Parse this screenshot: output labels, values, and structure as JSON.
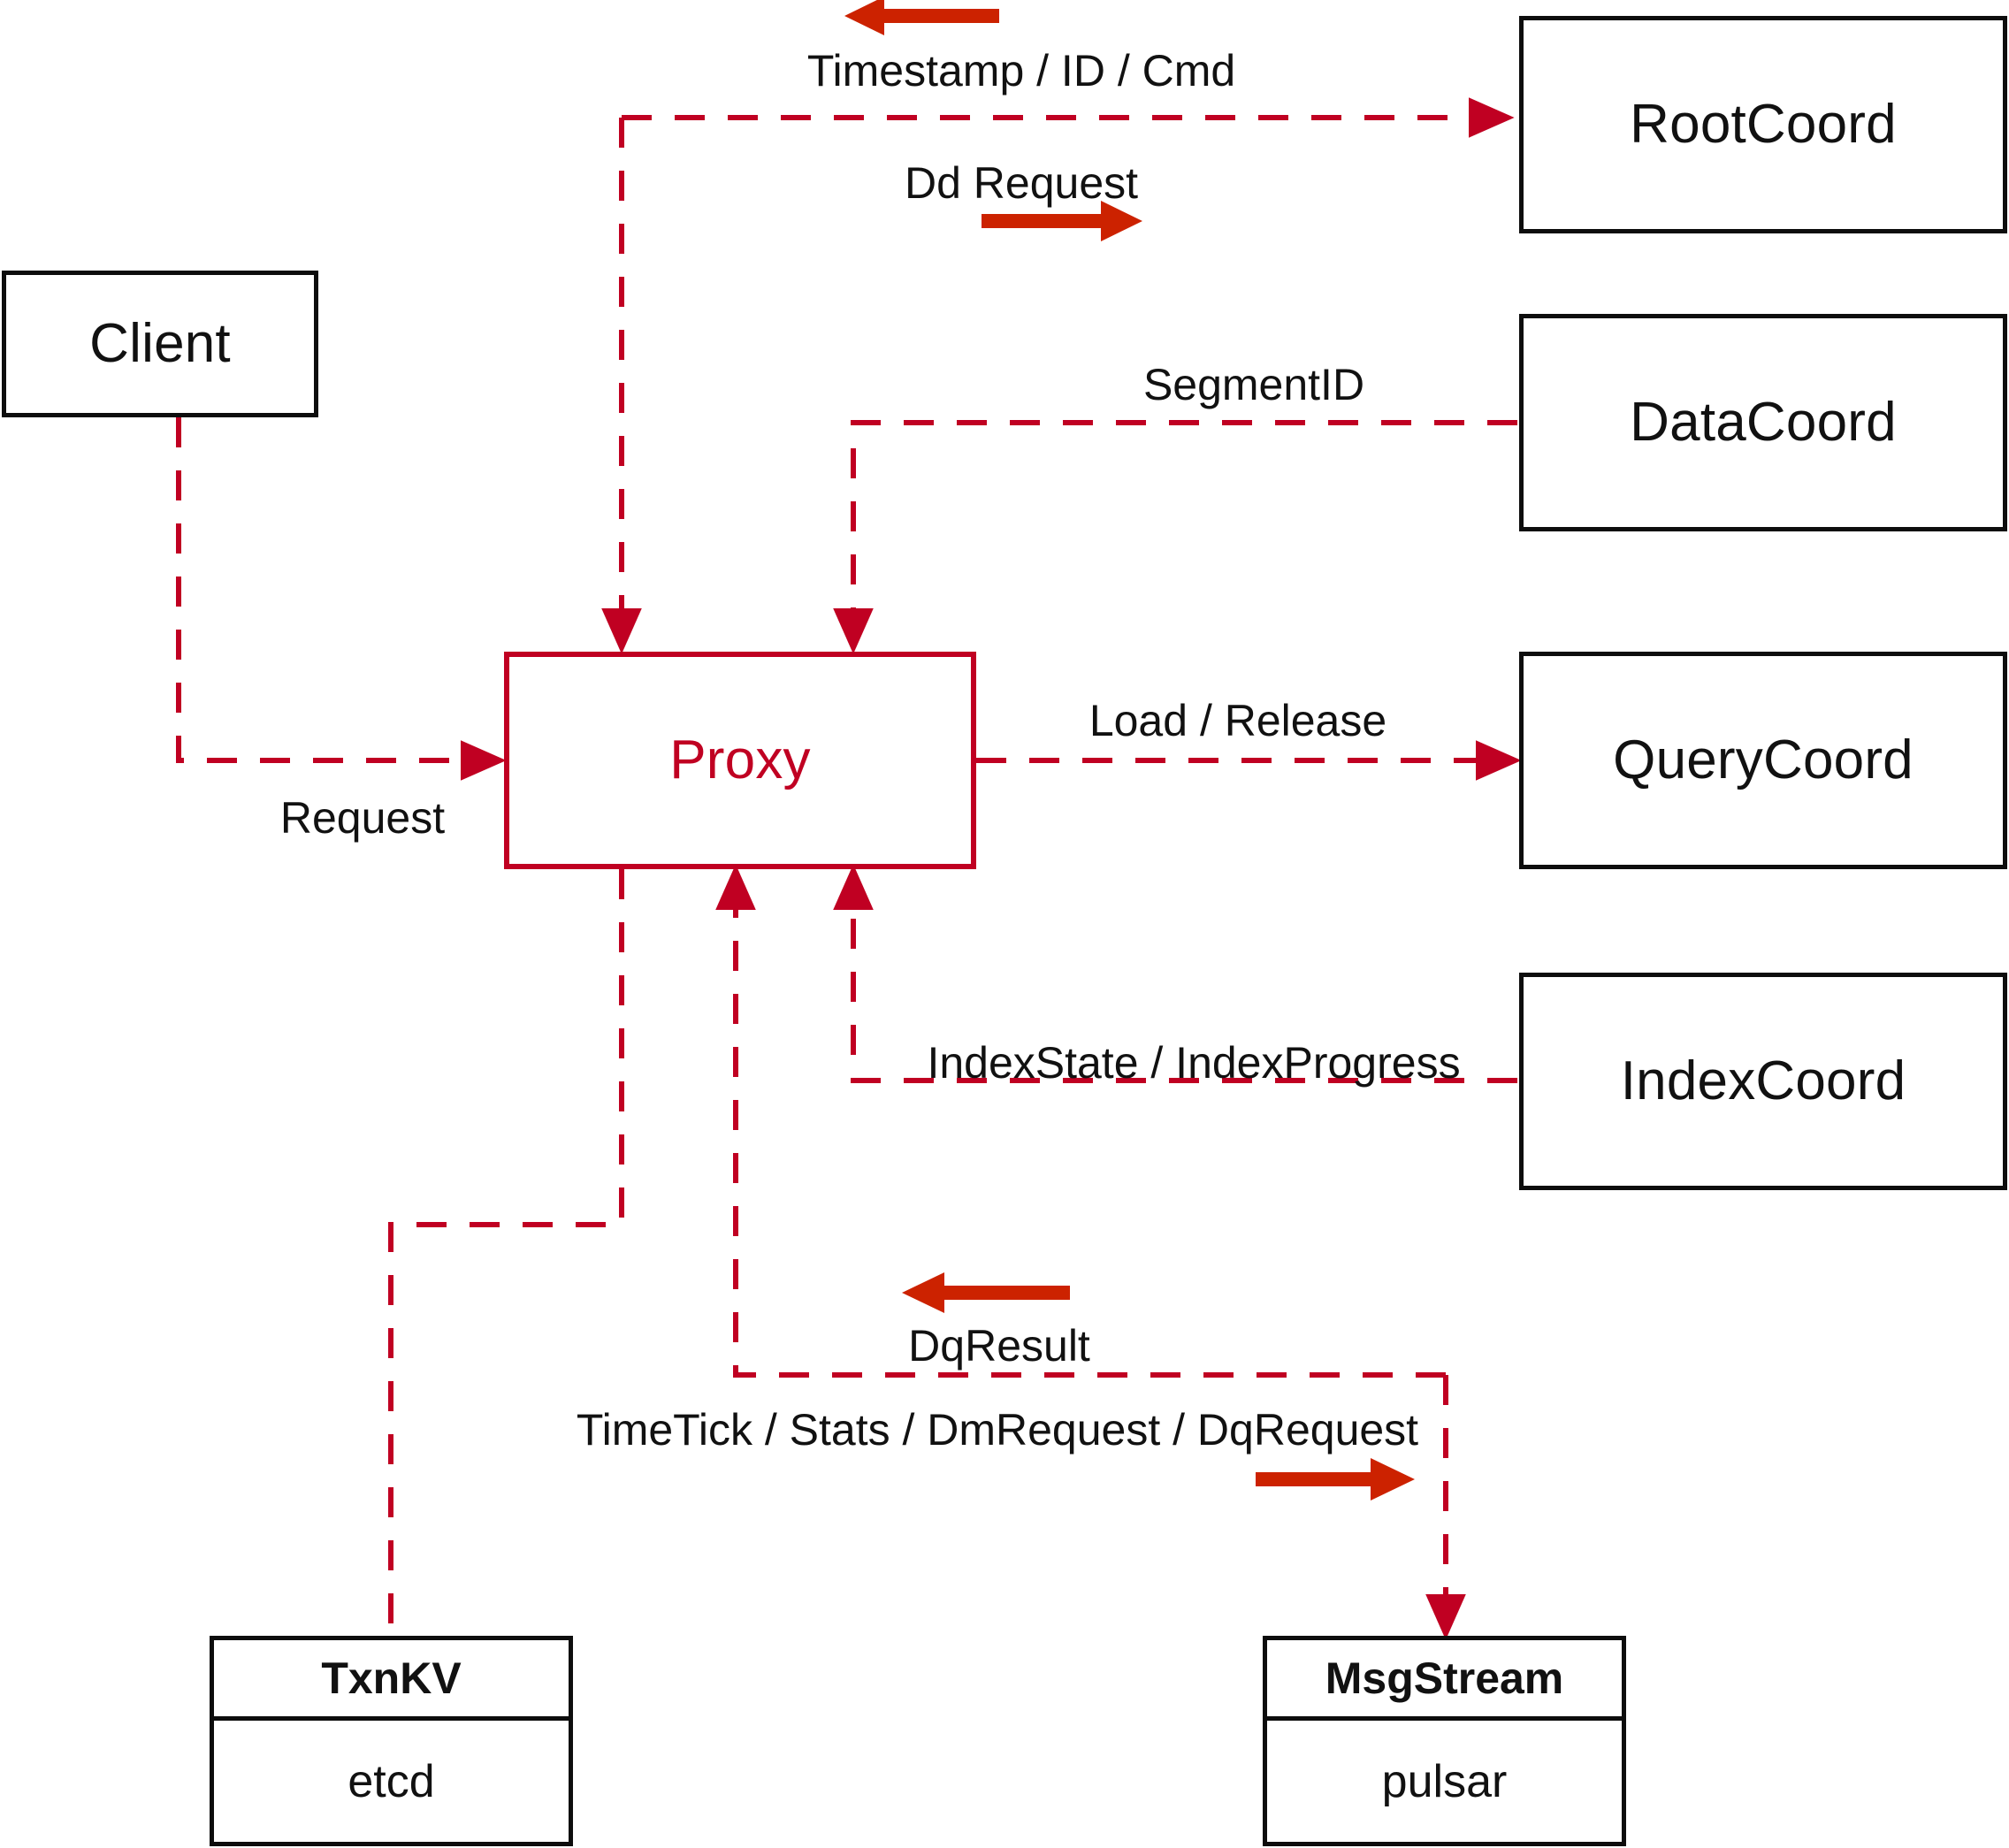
{
  "diagram": {
    "title": "Milvus Proxy interaction diagram",
    "colors": {
      "accent_red": "#c00022",
      "arrow_red": "#cc2200",
      "node_border": "#0d0d0d",
      "background": "#ffffff"
    },
    "nodes": [
      {
        "id": "client",
        "label": "Client",
        "style": "black"
      },
      {
        "id": "proxy",
        "label": "Proxy",
        "style": "red"
      },
      {
        "id": "rootcoord",
        "label": "RootCoord",
        "style": "black"
      },
      {
        "id": "datacoord",
        "label": "DataCoord",
        "style": "black"
      },
      {
        "id": "querycoord",
        "label": "QueryCoord",
        "style": "black"
      },
      {
        "id": "indexcoord",
        "label": "IndexCoord",
        "style": "black"
      },
      {
        "id": "txnkv",
        "header": "TxnKV",
        "body": "etcd",
        "style": "black-split"
      },
      {
        "id": "msgstream",
        "header": "MsgStream",
        "body": "pulsar",
        "style": "black-split"
      }
    ],
    "edge_labels": [
      {
        "id": "timestamp-id-cmd",
        "text": "Timestamp / ID / Cmd",
        "from": "rootcoord",
        "to": "proxy",
        "direction": "left"
      },
      {
        "id": "dd-request",
        "text": "Dd Request",
        "from": "proxy",
        "to": "rootcoord",
        "direction": "right"
      },
      {
        "id": "segment-id",
        "text": "SegmentID",
        "from": "datacoord",
        "to": "proxy",
        "direction": "left"
      },
      {
        "id": "request",
        "text": "Request",
        "from": "client",
        "to": "proxy",
        "direction": "right"
      },
      {
        "id": "load-release",
        "text": "Load / Release",
        "from": "proxy",
        "to": "querycoord",
        "direction": "right"
      },
      {
        "id": "index-state-progress",
        "text": "IndexState / IndexProgress",
        "from": "indexcoord",
        "to": "proxy",
        "direction": "left"
      },
      {
        "id": "dq-result",
        "text": "DqResult",
        "from": "msgstream",
        "to": "proxy",
        "direction": "left"
      },
      {
        "id": "timetick-stats-dm-dq",
        "text": "TimeTick / Stats / DmRequest / DqRequest",
        "from": "proxy",
        "to": "msgstream",
        "direction": "right"
      }
    ]
  }
}
